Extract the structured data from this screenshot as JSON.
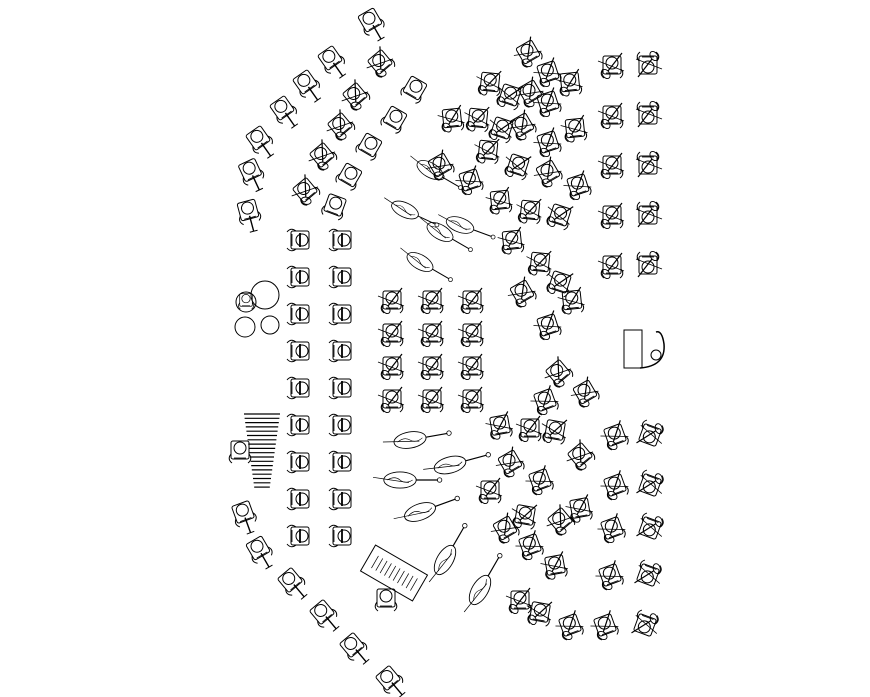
{
  "drawing": {
    "stroke_color": "#000000",
    "background_color": "#ffffff",
    "elements": [
      "musician-seat",
      "violin",
      "cello",
      "double-bass",
      "harp",
      "piano",
      "timpani",
      "xylophone",
      "conductor-podium"
    ]
  }
}
